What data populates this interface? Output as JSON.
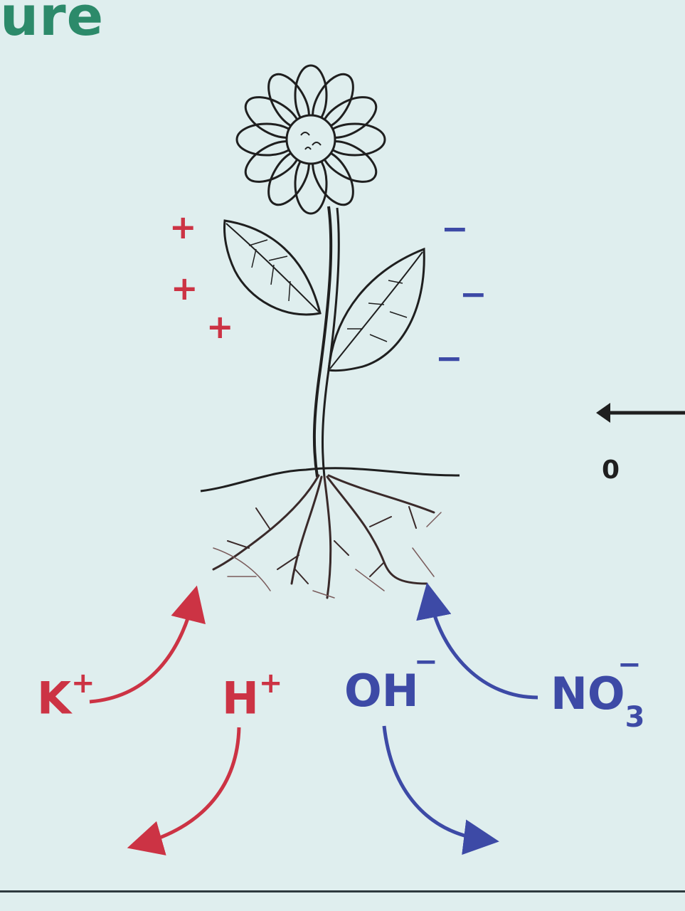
{
  "header": {
    "title": "ure"
  },
  "signs": {
    "plus": "+",
    "minus": "−"
  },
  "ions": {
    "k": {
      "symbol": "K",
      "charge": "+"
    },
    "h": {
      "symbol": "H",
      "charge": "+"
    },
    "oh": {
      "symbol": "OH",
      "charge": "−"
    },
    "no3": {
      "symbol": "NO",
      "subscript": "3",
      "charge": "−"
    }
  },
  "potential_label": "0",
  "colors": {
    "title": "#2c8a6a",
    "cation": "#cc3344",
    "anion": "#3d4aa6",
    "line": "#1f1f1f",
    "background": "#dfeeee"
  }
}
